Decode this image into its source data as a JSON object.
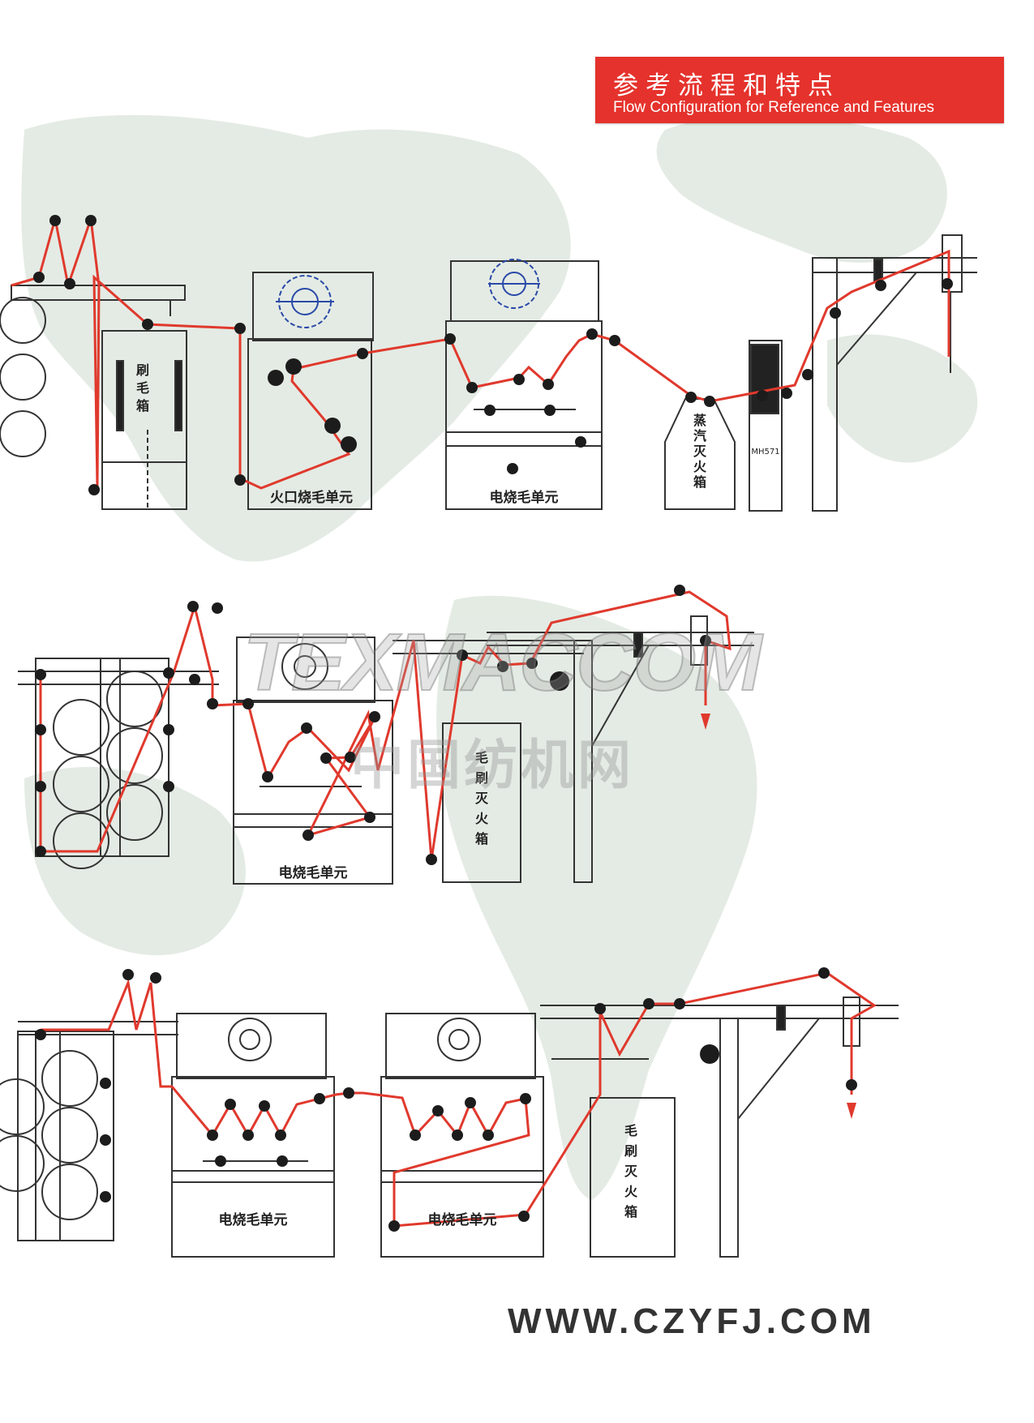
{
  "header": {
    "title_cn": "参考流程和特点",
    "title_en": "Flow Configuration for Reference and Features"
  },
  "watermark": {
    "text_en": "TEXMACCOM",
    "text_cn": "中国纺机网"
  },
  "footer": {
    "url": "WWW.CZYFJ.COM"
  },
  "colors": {
    "fabric_path": "#e0392d",
    "line": "#333333",
    "header_bg": "#e5322c",
    "map_tint": "#dfe8df",
    "roller": "#1c1c1c",
    "burner_blue": "#2a4aa8"
  },
  "diagram": {
    "row1": {
      "brush_box_label": [
        "刷",
        "毛",
        "箱"
      ],
      "flame_unit_label": "火口烧毛单元",
      "electric_unit_label": "电烧毛单元",
      "steam_box_label": [
        "蒸",
        "汽",
        "灭",
        "火",
        "箱"
      ],
      "machine_tag": "MH571"
    },
    "row2": {
      "electric_unit_label": "电烧毛单元",
      "brush_extinguish_label": [
        "毛",
        "刷",
        "灭",
        "火",
        "箱"
      ]
    },
    "row3": {
      "electric_unit_label_1": "电烧毛单元",
      "electric_unit_label_2": "电烧毛单元",
      "brush_extinguish_label": [
        "毛",
        "刷",
        "灭",
        "火",
        "箱"
      ]
    }
  }
}
